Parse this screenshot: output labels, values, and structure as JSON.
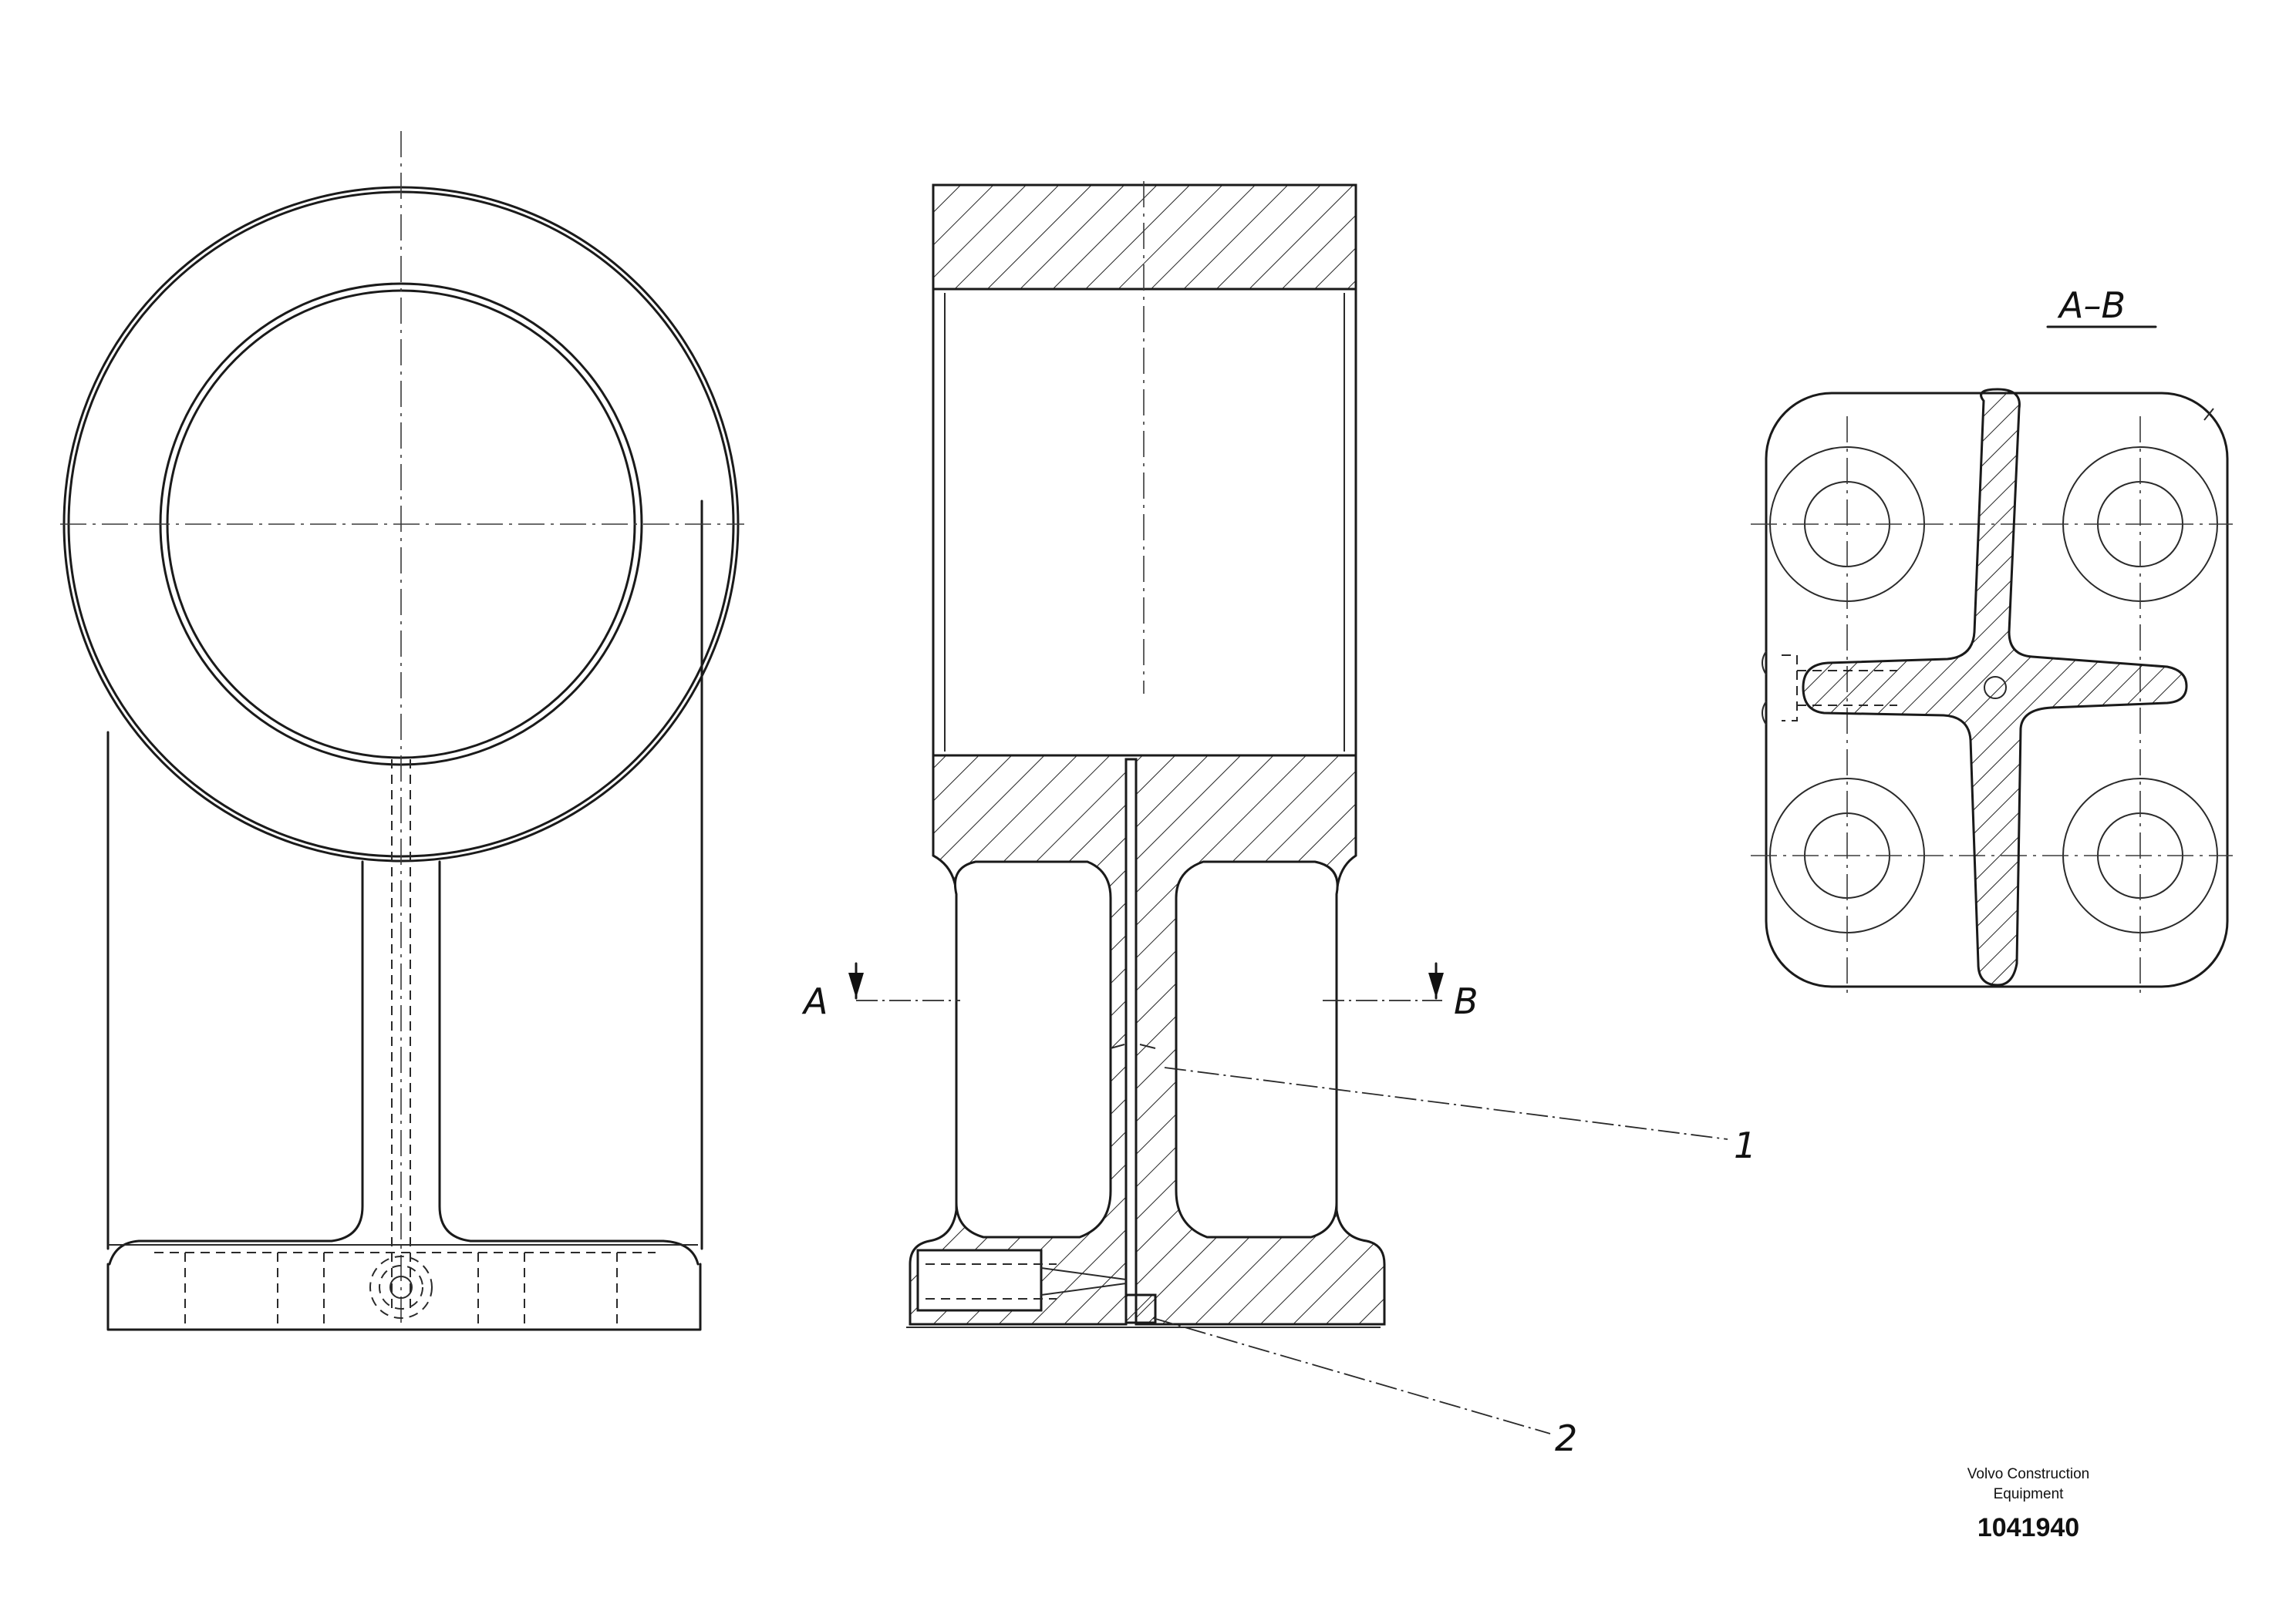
{
  "section_view": {
    "title": "A–B"
  },
  "section_markers": {
    "left": "A",
    "right": "B"
  },
  "callouts": [
    {
      "number": "1"
    },
    {
      "number": "2"
    }
  ],
  "caption": {
    "manufacturer_line1": "Volvo Construction",
    "manufacturer_line2": "Equipment",
    "drawing_number": "1041940"
  }
}
